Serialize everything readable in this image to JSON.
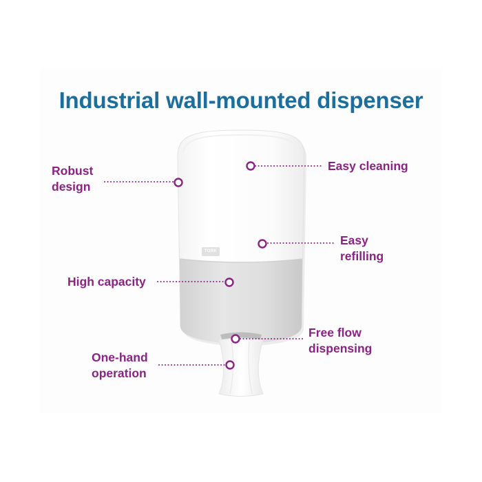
{
  "title": "Industrial wall-mounted dispenser",
  "brand_mark": "TORK",
  "colors": {
    "title": "#1d6e9c",
    "label": "#8a2383",
    "marker": "#8a2383"
  },
  "features": {
    "robust": {
      "line1": "Robust",
      "line2": "design"
    },
    "easy_cleaning": {
      "text": "Easy cleaning"
    },
    "easy_refilling": {
      "line1": "Easy",
      "line2": "refilling"
    },
    "high_capacity": {
      "text": "High capacity"
    },
    "free_flow": {
      "line1": "Free flow",
      "line2": "dispensing"
    },
    "one_hand": {
      "line1": "One-hand",
      "line2": "operation"
    }
  }
}
